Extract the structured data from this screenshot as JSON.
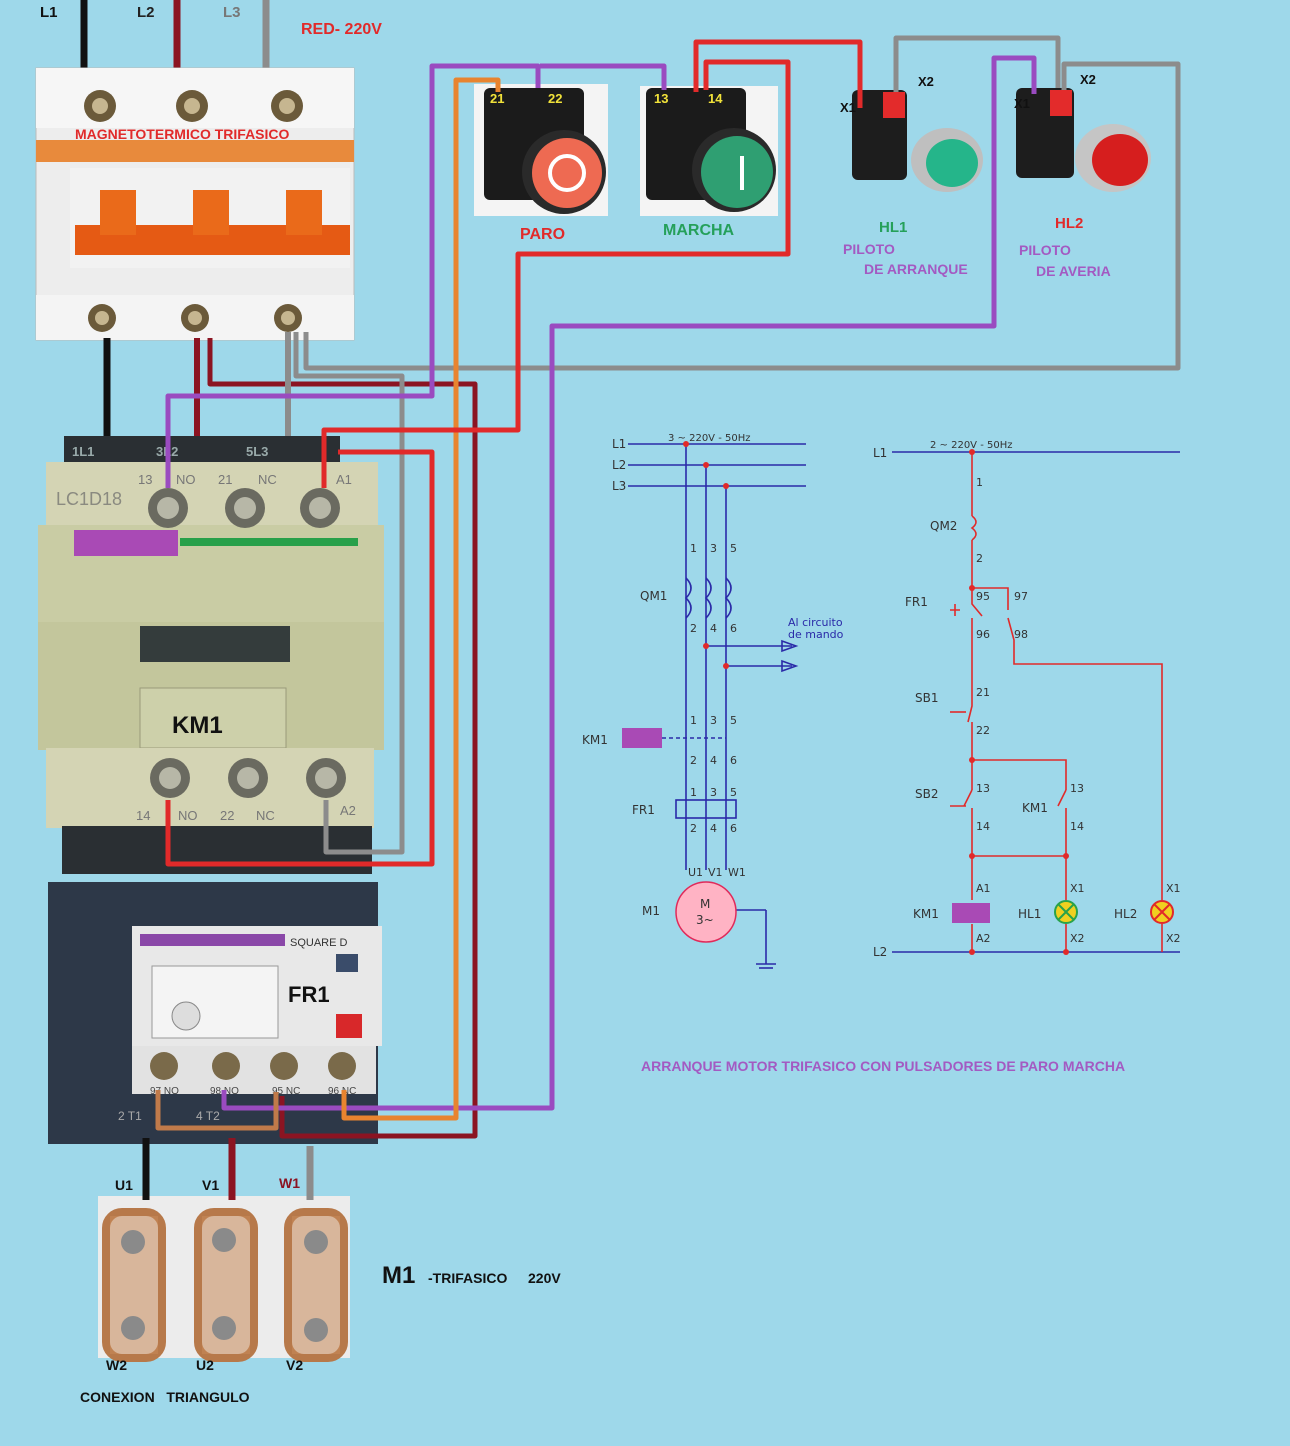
{
  "lines": {
    "l1": "L1",
    "l2": "L2",
    "l3": "L3",
    "network": "RED- 220V"
  },
  "breaker": {
    "label": "MAGNETOTERMICO TRIFASICO"
  },
  "buttons": {
    "stop": {
      "label": "PARO",
      "t1": "21",
      "t2": "22"
    },
    "start": {
      "label": "MARCHA",
      "t1": "13",
      "t2": "14"
    }
  },
  "pilots": {
    "hl1": {
      "name": "HL1",
      "line1": "PILOTO",
      "line2": "DE ARRANQUE",
      "x1": "X1",
      "x2": "X2"
    },
    "hl2": {
      "name": "HL2",
      "line1": "PILOTO",
      "line2": "DE AVERIA",
      "x1": "X1",
      "x2": "X2"
    }
  },
  "contactor": {
    "name": "KM1",
    "model": "LC1D18",
    "top": {
      "t1": "1L1",
      "t2": "3L2",
      "t3": "5L3",
      "a": "13",
      "b": "NO",
      "c": "21",
      "d": "NC",
      "e": "A1"
    },
    "bottom": {
      "a": "14",
      "b": "NO",
      "c": "22",
      "d": "NC",
      "e": "A2"
    }
  },
  "relay": {
    "name": "FR1",
    "brand": "SQUARE D",
    "c1": "97 NO",
    "c2": "98 NO",
    "c3": "95 NC",
    "c4": "96 NC",
    "t1": "2 T1",
    "t2": "4 T2"
  },
  "motor": {
    "name": "M1",
    "desc": "-TRIFASICO",
    "voltage": "220V",
    "u1": "U1",
    "v1": "V1",
    "w1": "W1",
    "w2": "W2",
    "u2": "U2",
    "v2": "V2",
    "connection": "CONEXION   TRIANGULO"
  },
  "power_schematic": {
    "supply": "3 ~ 220V - 50Hz",
    "l1": "L1",
    "l2": "L2",
    "l3": "L3",
    "qm": "QM1",
    "km": "KM1",
    "fr": "FR1",
    "motor": "M",
    "motor_sub": "3~",
    "m1": "M1",
    "to_control_1": "Al circuito",
    "to_control_2": "de mando",
    "n1": "1",
    "n3": "3",
    "n5": "5",
    "n2": "2",
    "n4": "4",
    "n6": "6",
    "u": "U1",
    "v": "V1",
    "w": "W1"
  },
  "control_schematic": {
    "supply": "2 ~ 220V - 50Hz",
    "l1": "L1",
    "l2": "L2",
    "qm": "QM2",
    "fr": "FR1",
    "sb1": "SB1",
    "sb2": "SB2",
    "km": "KM1",
    "hl1": "HL1",
    "hl2": "HL2",
    "n1": "1",
    "n2": "2",
    "n95": "95",
    "n96": "96",
    "n97": "97",
    "n98": "98",
    "n21": "21",
    "n22": "22",
    "n13": "13",
    "n14": "14",
    "a1": "A1",
    "a2": "A2",
    "x1": "X1",
    "x2": "X2"
  },
  "caption": "ARRANQUE MOTOR TRIFASICO CON PULSADORES DE PARO MARCHA"
}
